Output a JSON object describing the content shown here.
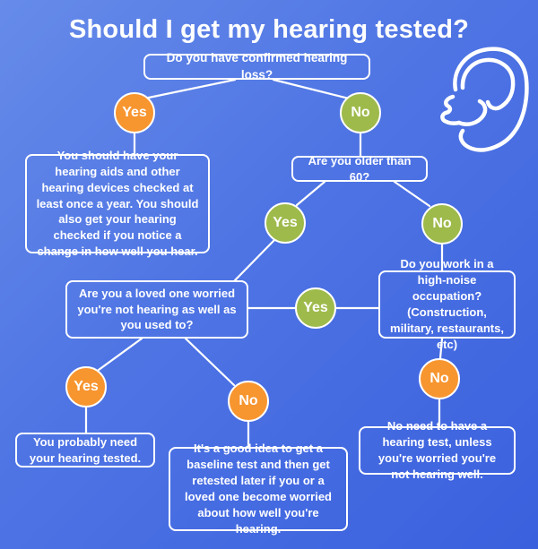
{
  "title": "Should I get my hearing tested?",
  "answers": {
    "yes": "Yes",
    "no": "No"
  },
  "colors": {
    "background_top_left": "#668be9",
    "background_bottom_right": "#3a60de",
    "answer_orange": "#f7952f",
    "answer_green": "#9eba4b",
    "outline_and_text": "#ffffff"
  },
  "icons": {
    "ear": "ear-outline-icon"
  },
  "boxes": {
    "q_confirmed_loss": "Do you have confirmed hearing loss?",
    "advice_annual_check": "You should have your hearing aids and other hearing devices checked at least once a year. You should also get your hearing checked if you notice a change in how well you hear.",
    "q_older_60": "Are you older than 60?",
    "q_loved_one_worried": "Are you a loved one worried you're not hearing as well as you used to?",
    "q_high_noise": "Do you work in a high-noise occupation? (Construction, military, restaurants, etc)",
    "advice_probably_need": "You probably need your hearing tested.",
    "advice_baseline": "It's a good idea to get a baseline test and then get retested later if you or a loved one become worried about how well you're hearing.",
    "advice_no_need": "No need to have a hearing test, unless you're worried you're not hearing well."
  }
}
